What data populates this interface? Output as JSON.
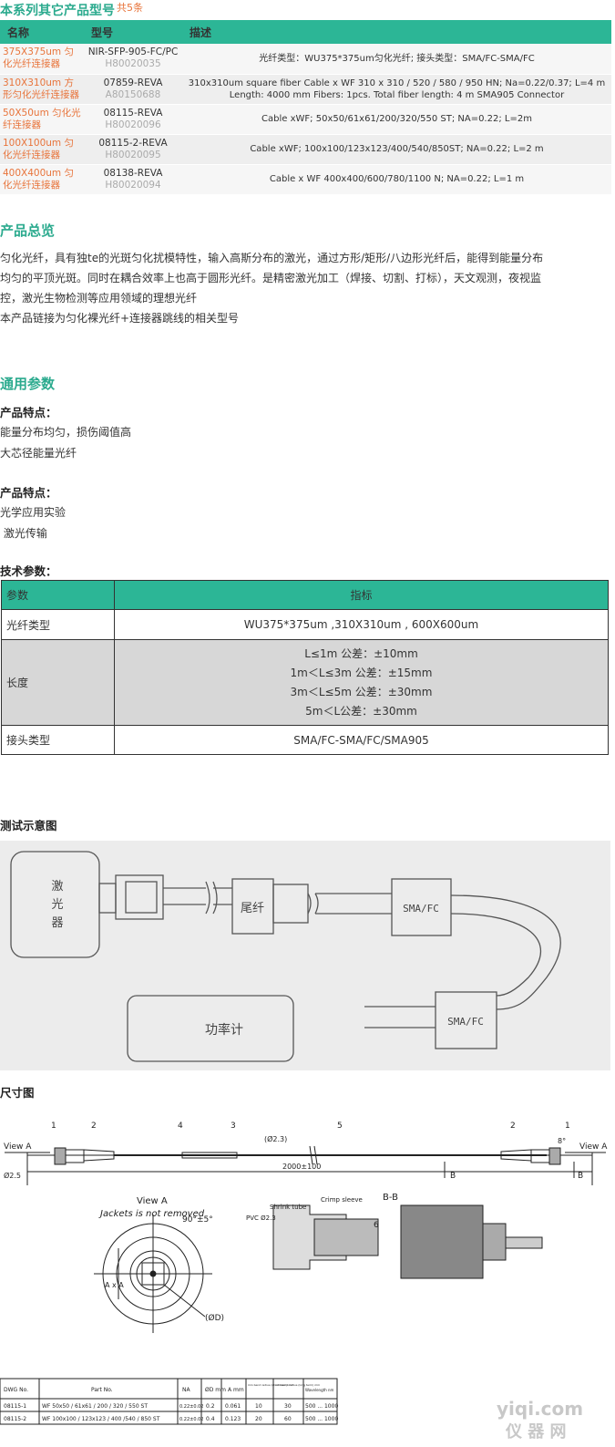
{
  "series": {
    "title": "本系列其它产品型号",
    "count": "共5条",
    "headers": [
      "名称",
      "型号",
      "描述"
    ],
    "rows": [
      {
        "name": "375X375um 匀化光纤连接器",
        "model": "NIR-SFP-905-FC/PC",
        "code": "H80020035",
        "desc": "光纤类型：WU375*375um匀化光纤;  接头类型：SMA/FC-SMA/FC"
      },
      {
        "name": "310X310um 方形匀化光纤连接器",
        "model": "07859-REVA",
        "code": "A80150688",
        "desc": "310x310um square fiber Cable x WF 310 x 310 / 520 / 580 / 950 HN;   Na=0.22/0.37;  L=4 m Length:   4000 mm Fibers:   1pcs. Total fiber length:   4 m SMA905 Connector"
      },
      {
        "name": "50X50um 匀化光纤连接器",
        "model": "08115-REVA",
        "code": "H80020096",
        "desc": "Cable xWF;   50x50/61x61/200/320/550 ST;  NA=0.22;  L=2m"
      },
      {
        "name": "100X100um 匀化光纤连接器",
        "model": "08115-2-REVA",
        "code": "H80020095",
        "desc": "Cable xWF;   100x100/123x123/400/540/850ST;  NA=0.22;  L=2 m"
      },
      {
        "name": "400X400um 匀化光纤连接器",
        "model": "08138-REVA",
        "code": "H80020094",
        "desc": "Cable x WF 400x400/600/780/1100 N;  NA=0.22;  L=1 m"
      }
    ]
  },
  "overview": {
    "title": "产品总览",
    "lines": [
      "匀化光纤，具有独te的光斑匀化扰模特性，输入高斯分布的激光，通过方形/矩形/八边形光纤后，能得到能量分布",
      "均匀的平顶光斑。同时在耦合效率上也高于圆形光纤。是精密激光加工（焊接、切割、打标），天文观测，夜视监",
      "控，激光生物检测等应用领域的理想光纤",
      "本产品链接为匀化裸光纤+连接器跳线的相关型号"
    ]
  },
  "params": {
    "title": "通用参数",
    "feature1_label": "产品特点：",
    "feature1_items": [
      "能量分布均匀，损伤阈值高",
      "大芯径能量光纤"
    ],
    "feature2_label": "产品特点：",
    "feature2_items": [
      "光学应用实验",
      " 激光传输"
    ],
    "tech_label": "技术参数：",
    "tech_headers": [
      "参数",
      "指标"
    ],
    "tech_rows": [
      {
        "param": "光纤类型",
        "value": [
          "WU375*375um ,310X310um , 600X600um"
        ]
      },
      {
        "param": "长度",
        "value": [
          "L≤1m    公差：±10mm",
          "1m＜L≤3m 公差：±15mm",
          "3m＜L≤5m 公差：±30mm",
          "5m＜L公差：±30mm"
        ]
      },
      {
        "param": "接头类型",
        "value": [
          "SMA/FC-SMA/FC/SMA905"
        ]
      }
    ]
  },
  "test_diagram": {
    "title": "测试示意图",
    "laser": "激光器",
    "laser_chars": [
      "激",
      "光",
      "器"
    ],
    "pigtail": "尾纤",
    "sma1": "SMA/FC",
    "sma2": "SMA/FC",
    "power_meter": "功率计"
  },
  "dimension": {
    "title": "尺寸图",
    "view_a": "View A",
    "view_a_right": "View A",
    "numbers": [
      "1",
      "2",
      "4",
      "3",
      "5",
      "2",
      "1"
    ],
    "d23": "(Ø2.3)",
    "length": "2000±100",
    "angle8": "8°",
    "b_left": "B",
    "b_right": "B",
    "d25": "Ø2.5",
    "view_a_title": "View A",
    "jackets": "Jackets is not removed",
    "angle90": "90°±5°",
    "axa": "A x A",
    "od": "(ØD)",
    "bb": "B-B",
    "shrink": "Shrink tube",
    "crimp": "Crimp sleeve",
    "pvc": "PVC Ø2.3",
    "num6": "6",
    "table_headers": [
      "DWG No.",
      "Part No.",
      "NA",
      "ØD mm",
      "A mm",
      "min bend radius (short term) mm",
      "min bend radius (long term) mm",
      "Wavelength nm"
    ],
    "table_rows": [
      [
        "08115-1",
        "WF 50x50 / 61x61 / 200 / 320 / 550 ST",
        "0.22±0.02",
        "0.2",
        "0.061",
        "10",
        "30",
        "500 ... 1000"
      ],
      [
        "08115-2",
        "WF 100x100 / 123x123 / 400 /540 / 850 ST",
        "0.22±0.02",
        "0.4",
        "0.123",
        "20",
        "60",
        "500 ... 1000"
      ]
    ]
  },
  "watermark": {
    "line1": "yiqi.com",
    "line2": "仪 器 网"
  }
}
